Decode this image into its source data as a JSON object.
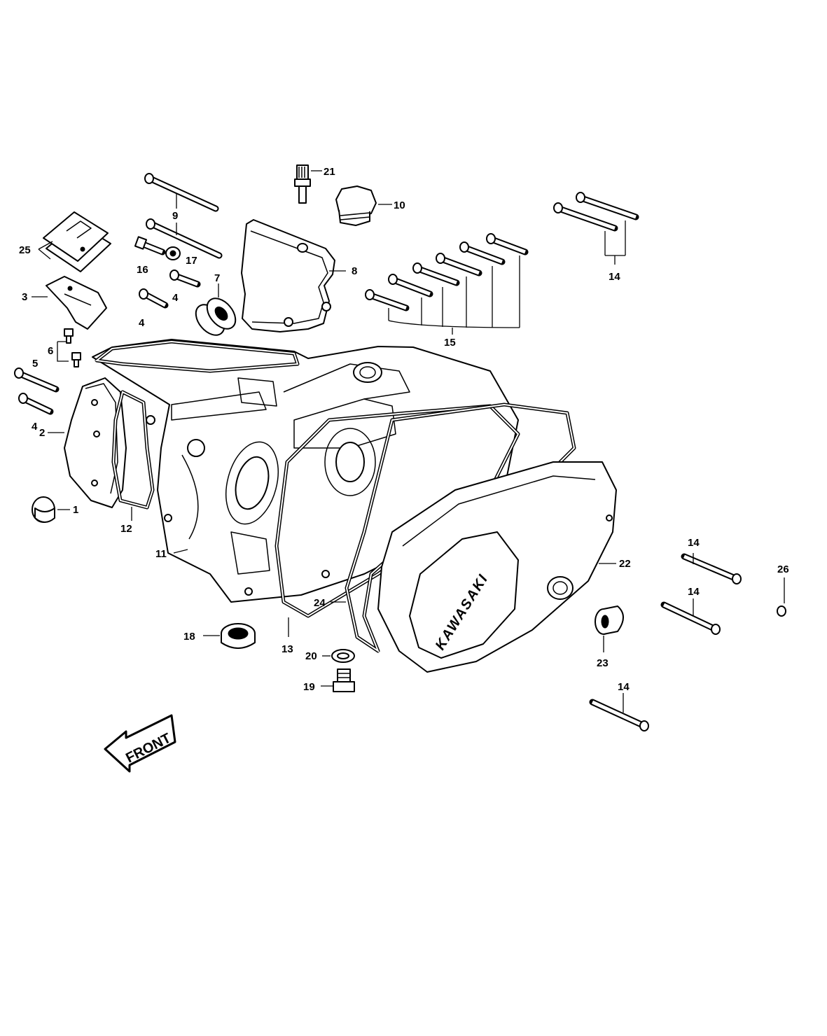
{
  "callouts": {
    "c1": "1",
    "c2": "2",
    "c3": "3",
    "c4a": "4",
    "c4b": "4",
    "c4c": "4",
    "c5": "5",
    "c6": "6",
    "c7": "7",
    "c8": "8",
    "c9": "9",
    "c10": "10",
    "c11": "11",
    "c12": "12",
    "c13": "13",
    "c14a": "14",
    "c14b": "14",
    "c14c": "14",
    "c14d": "14",
    "c15": "15",
    "c16": "16",
    "c17": "17",
    "c18": "18",
    "c19": "19",
    "c20": "20",
    "c21": "21",
    "c22": "22",
    "c23": "23",
    "c24": "24",
    "c25": "25",
    "c26": "26"
  },
  "cover_logo": "KAWASAKI",
  "front_arrow": "FRONT"
}
